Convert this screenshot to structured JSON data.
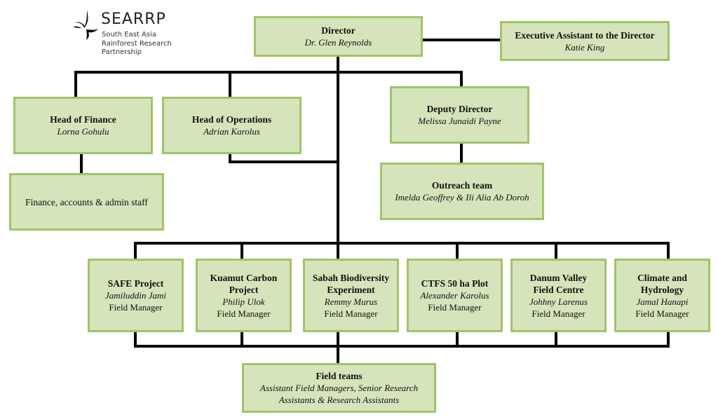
{
  "logo": {
    "name": "SEARRP",
    "tagline": [
      "South East Asia",
      "Rainforest Research",
      "Partnership"
    ]
  },
  "director": {
    "title": "Director",
    "name": "Dr. Glen Reynolds"
  },
  "exec_assistant": {
    "title": "Executive Assistant to the Director",
    "name": "Katie King"
  },
  "head_finance": {
    "title": "Head of Finance",
    "name": "Lorna Gohulu"
  },
  "head_operations": {
    "title": "Head of Operations",
    "name": "Adrian Karolus"
  },
  "deputy_director": {
    "title": "Deputy Director",
    "name": "Melissa Junaidi Payne"
  },
  "finance_staff": {
    "title": "Finance, accounts & admin staff"
  },
  "outreach": {
    "title": "Outreach team",
    "name": "Imelda Geoffrey & Ili Alia Ab Doroh"
  },
  "projects": [
    {
      "title": [
        "SAFE Project"
      ],
      "name": "Jamiluddin Jami",
      "role": "Field Manager"
    },
    {
      "title": [
        "Kuamut Carbon",
        "Project"
      ],
      "name": "Philip Ulok",
      "role": "Field Manager"
    },
    {
      "title": [
        "Sabah Biodiversity",
        "Experiment"
      ],
      "name": "Remmy Murus",
      "role": "Field Manager"
    },
    {
      "title": [
        "CTFS 50 ha Plot"
      ],
      "name": "Alexander Karolus",
      "role": "Field Manager"
    },
    {
      "title": [
        "Danum Valley",
        "Field Centre"
      ],
      "name": "Johhny Larenus",
      "role": "Field Manager"
    },
    {
      "title": [
        "Climate and",
        "Hydrology"
      ],
      "name": "Jamal Hanapi",
      "role": "Field Manager"
    }
  ],
  "field_teams": {
    "title": "Field teams",
    "name": [
      "Assistant Field Managers, Senior Research",
      "Assistants & Research Assistants"
    ]
  },
  "colors": {
    "box_fill": "#d6e4bb",
    "box_border": "#9fc46a",
    "connector": "#000000"
  }
}
